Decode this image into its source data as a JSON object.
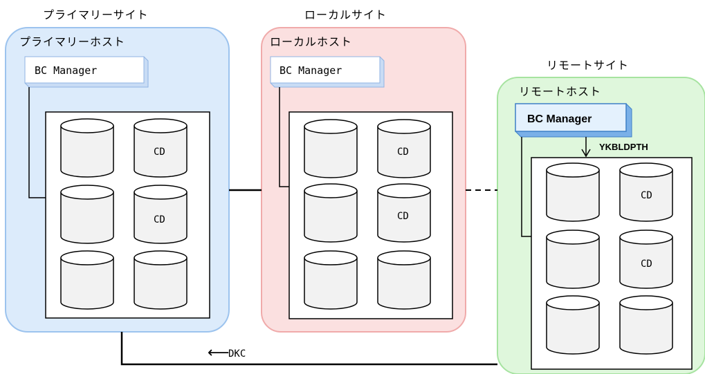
{
  "sites": {
    "primary": {
      "title": "プライマリーサイト",
      "host_title": "プライマリーホスト",
      "manager": "BC Manager",
      "fill": "#dcebfb",
      "stroke": "#9cc3ee"
    },
    "local": {
      "title": "ローカルサイト",
      "host_title": "ローカルホスト",
      "manager": "BC Manager",
      "fill": "#fbe0e0",
      "stroke": "#f0aaaa"
    },
    "remote": {
      "title": "リモートサイト",
      "host_title": "リモートホスト",
      "manager": "BC Manager",
      "fill": "#dff7dc",
      "stroke": "#a6e3a0"
    }
  },
  "volumes": {
    "cd_label": "CD"
  },
  "labels": {
    "ykbldpth": "YKBLDPTH",
    "dkc": "DKC",
    "dkc_arrow": "⟵"
  }
}
